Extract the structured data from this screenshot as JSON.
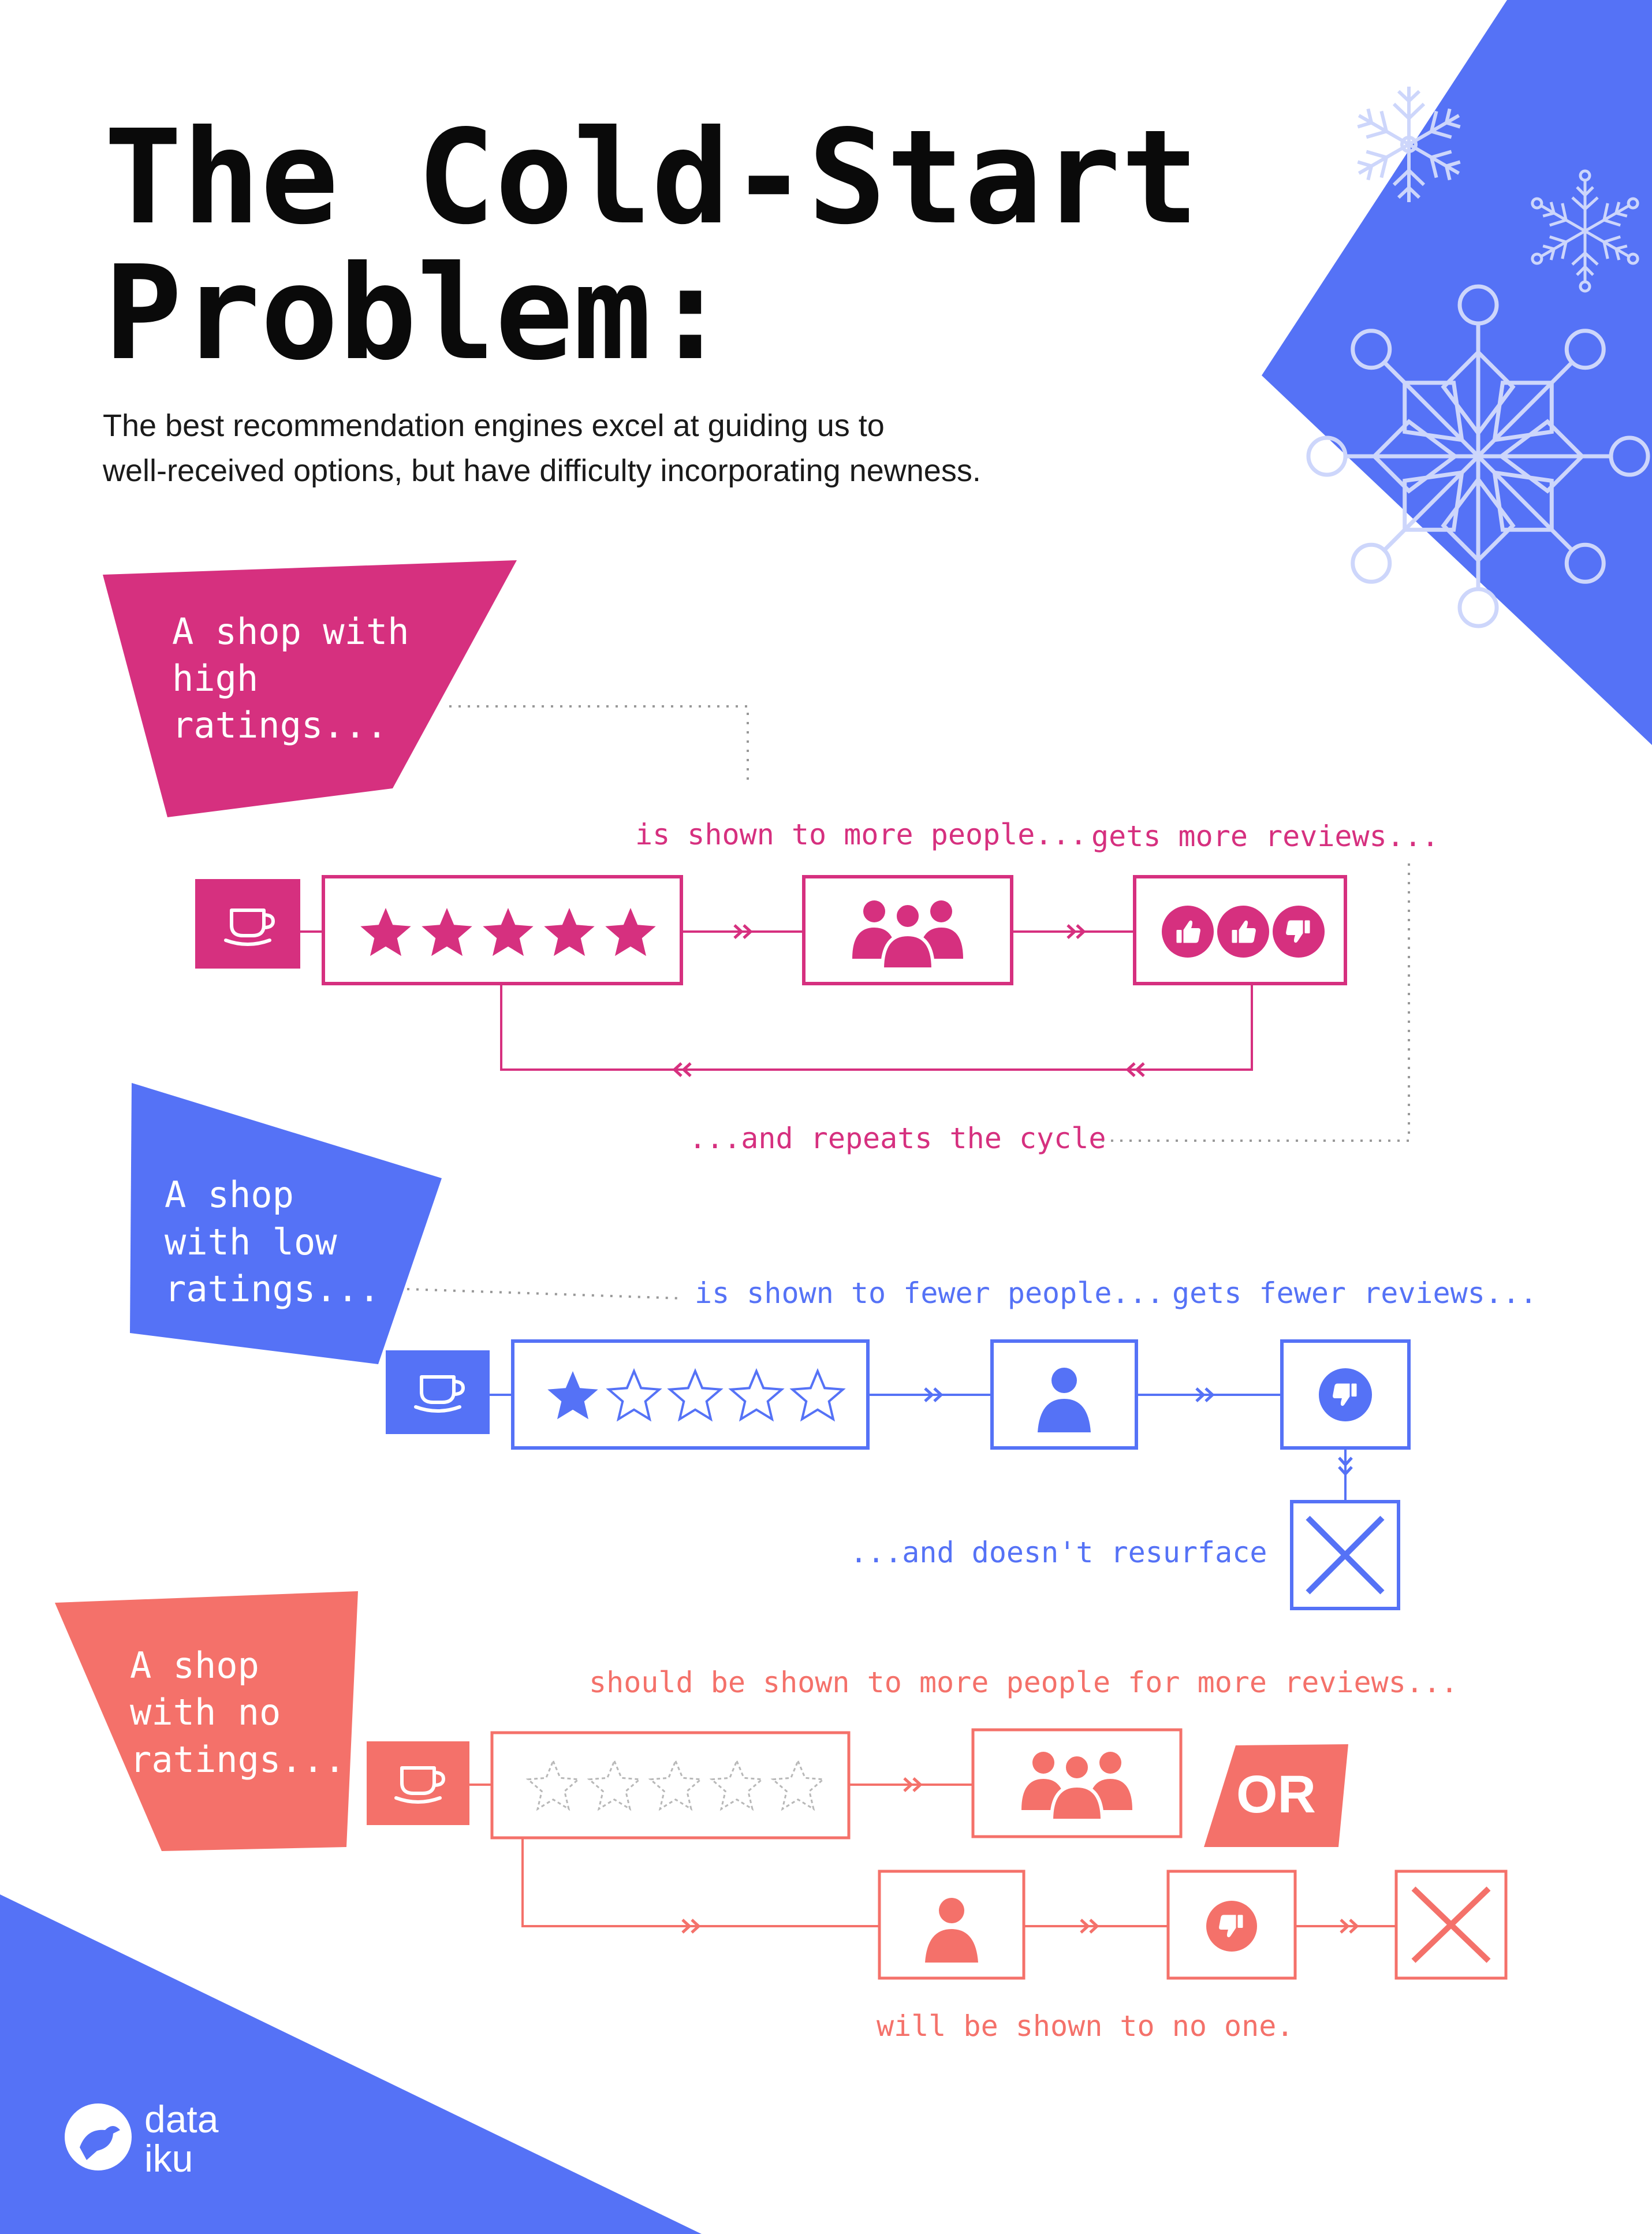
{
  "title": {
    "line1": "The Cold-Start",
    "line2": "Problem:"
  },
  "subtitle": {
    "line1": "The best recommendation engines excel at guiding us to",
    "line2": "well-received options, but have difficulty incorporating newness."
  },
  "colors": {
    "magenta": "#d6307f",
    "blue": "#5572f6",
    "coral": "#f4716a",
    "ink": "#0a0a0a",
    "snowflake_light": "#cdd6fb"
  },
  "high": {
    "label": [
      "A shop with",
      "high",
      "ratings..."
    ],
    "shown_text": "is shown to more people...",
    "reviews_text": "gets more reviews...",
    "cycle_text": "...and repeats the cycle",
    "stars_filled": 5,
    "stars_total": 5,
    "icons": [
      "coffee-cup-icon",
      "star-icon",
      "group-of-people-icon",
      "thumbs-up-icon",
      "thumbs-up-icon",
      "thumbs-down-icon"
    ]
  },
  "low": {
    "label": [
      "A shop",
      "with low",
      "ratings..."
    ],
    "shown_text": "is shown to fewer people...",
    "reviews_text": "gets fewer reviews...",
    "end_text": "...and doesn't resurface",
    "stars_filled": 1,
    "stars_total": 5,
    "icons": [
      "coffee-cup-icon",
      "star-icon",
      "person-icon",
      "thumbs-down-icon",
      "x-mark-icon"
    ]
  },
  "none": {
    "label": [
      "A shop",
      "with no",
      "ratings..."
    ],
    "should_text": "should be shown to more people for more reviews...",
    "or_label": "OR",
    "noone_text": "will be shown to no one.",
    "stars_filled": 0,
    "stars_total": 5,
    "icons": [
      "coffee-cup-icon",
      "dashed-star-icon",
      "group-of-people-icon",
      "person-icon",
      "thumbs-down-icon",
      "x-mark-icon"
    ]
  },
  "brand": {
    "line1": "data",
    "line2": "iku",
    "logo_icon": "bird-logo-icon"
  }
}
